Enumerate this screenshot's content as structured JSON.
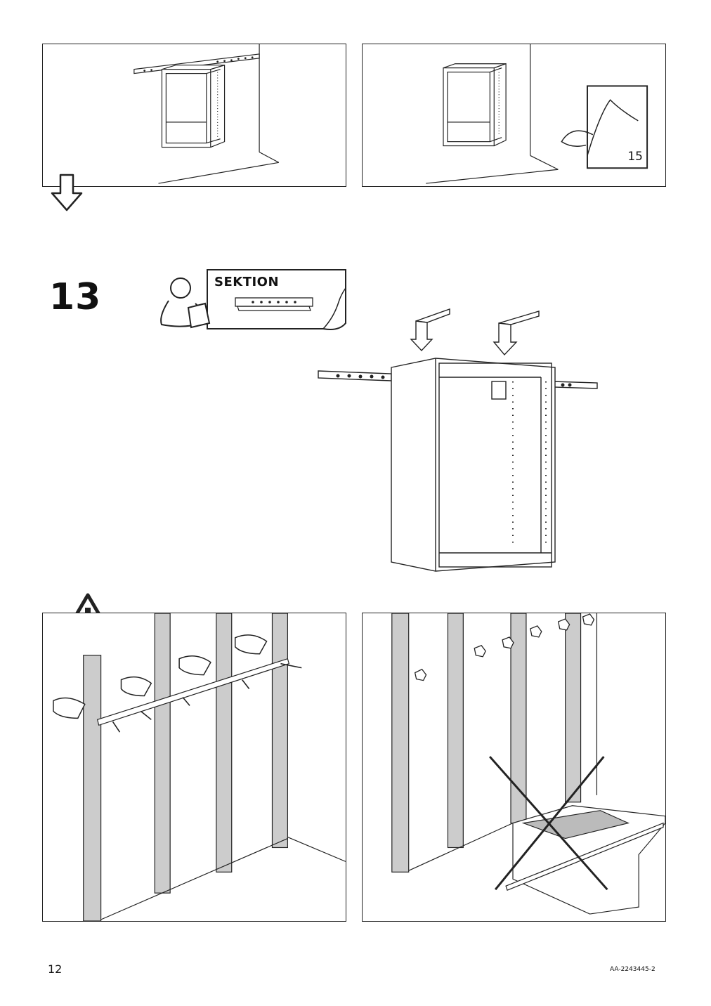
{
  "step": {
    "number": "13"
  },
  "reference": {
    "title": "SEKTION",
    "page_ref": "15"
  },
  "footer": {
    "page_number": "12",
    "doc_code": "AA-2243445-2"
  },
  "icons": {
    "next": "arrow-down-icon",
    "warning": "warning-triangle-icon",
    "page_ref": "page-turn-icon",
    "reference": "person-reading-manual-icon",
    "prohibited": "cross-icon"
  }
}
